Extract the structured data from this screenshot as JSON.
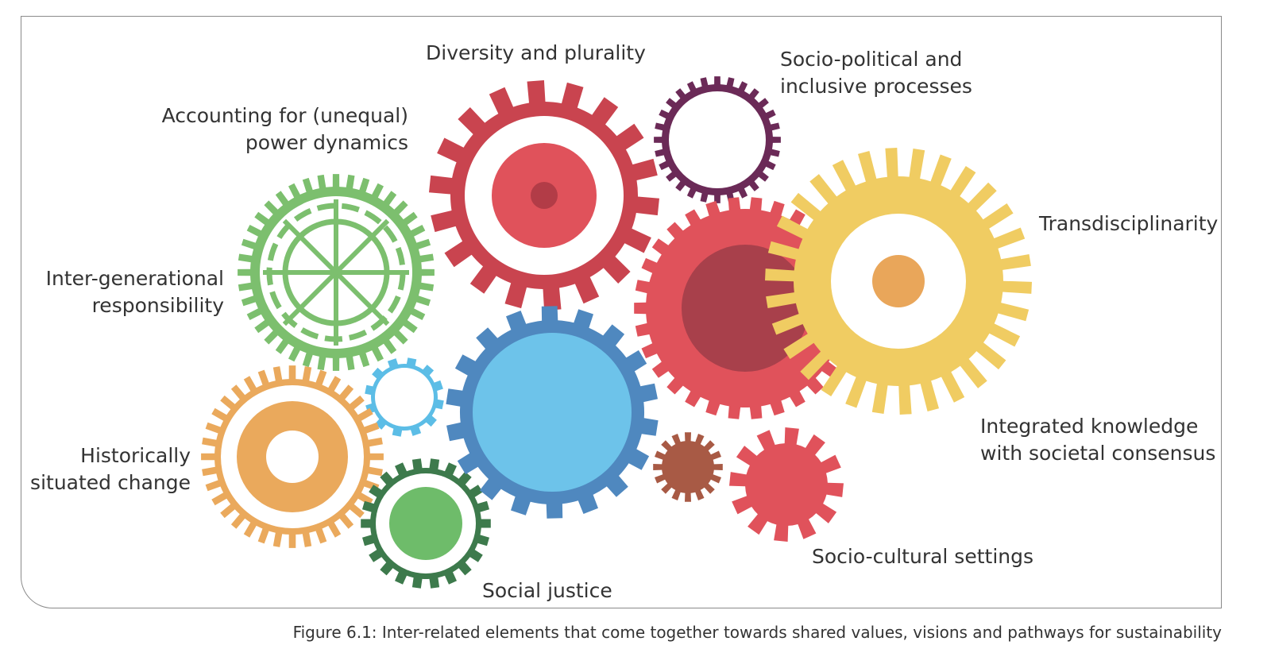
{
  "labels": {
    "diversity": "Diversity and plurality",
    "sociopolitical": [
      "Socio-political and",
      "inclusive processes"
    ],
    "power": [
      "Accounting for (unequal)",
      "power dynamics"
    ],
    "transdisciplinarity": "Transdisciplinarity",
    "intergenerational": [
      "Inter-generational",
      "responsibility"
    ],
    "integrated": [
      "Integrated knowledge",
      "with societal consensus"
    ],
    "historical": [
      "Historically",
      "situated change"
    ],
    "sociocultural": "Socio-cultural settings",
    "socialjustice": "Social justice"
  },
  "caption": "Figure 6.1: Inter-related elements that come together towards shared values, visions and pathways for sustainability",
  "colors": {
    "red": "#c9444f",
    "coral": "#e0525b",
    "darkred": "#a8404b",
    "purple": "#6b2a57",
    "yellow": "#f0cc62",
    "orange_center": "#e9a65a",
    "green": "#7cbf6e",
    "blue_ring": "#4f88bf",
    "blue_fill": "#6dc3ea",
    "light_blue": "#5cbde6",
    "orange": "#eaa95c",
    "dark_green": "#3d7a4c",
    "mid_green": "#6ebc6a",
    "brown": "#a85a45"
  }
}
